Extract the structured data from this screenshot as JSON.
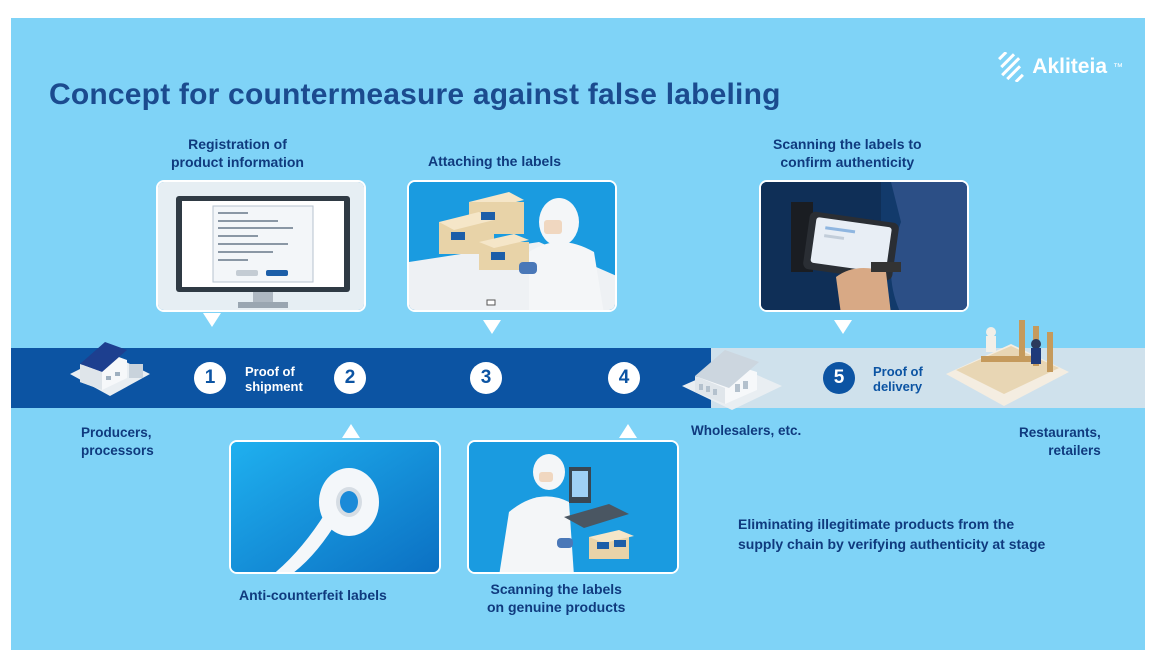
{
  "brand": {
    "name": "Akliteia",
    "mark": "™",
    "icon": "akliteia-logo-icon"
  },
  "title": "Concept for countermeasure against false labeling",
  "captions": {
    "registration": [
      "Registration of",
      "product information"
    ],
    "attaching": "Attaching the labels",
    "scanning_confirm": [
      "Scanning the labels to",
      "confirm authenticity"
    ],
    "anti_counterfeit": "Anti-counterfeit labels",
    "scanning_genuine": [
      "Scanning the labels",
      "on genuine products"
    ]
  },
  "steps": [
    {
      "number": "1"
    },
    {
      "number": "2"
    },
    {
      "number": "3"
    },
    {
      "number": "4"
    },
    {
      "number": "5"
    }
  ],
  "band_labels": {
    "shipment": [
      "Proof of",
      "shipment"
    ],
    "delivery": [
      "Proof of",
      "delivery"
    ]
  },
  "actors": {
    "producers": [
      "Producers,",
      "processors"
    ],
    "wholesalers": "Wholesalers, etc.",
    "restaurants": [
      "Restaurants,",
      "retailers"
    ]
  },
  "note": [
    "Eliminating illegitimate products from the",
    "supply chain by verifying authenticity at stage"
  ],
  "colors": {
    "background": "#7fd3f7",
    "dark_blue": "#0c54a3",
    "title": "#1b4b8f",
    "light_band": "#cfe1ec",
    "panel": "#1b9fe2"
  }
}
